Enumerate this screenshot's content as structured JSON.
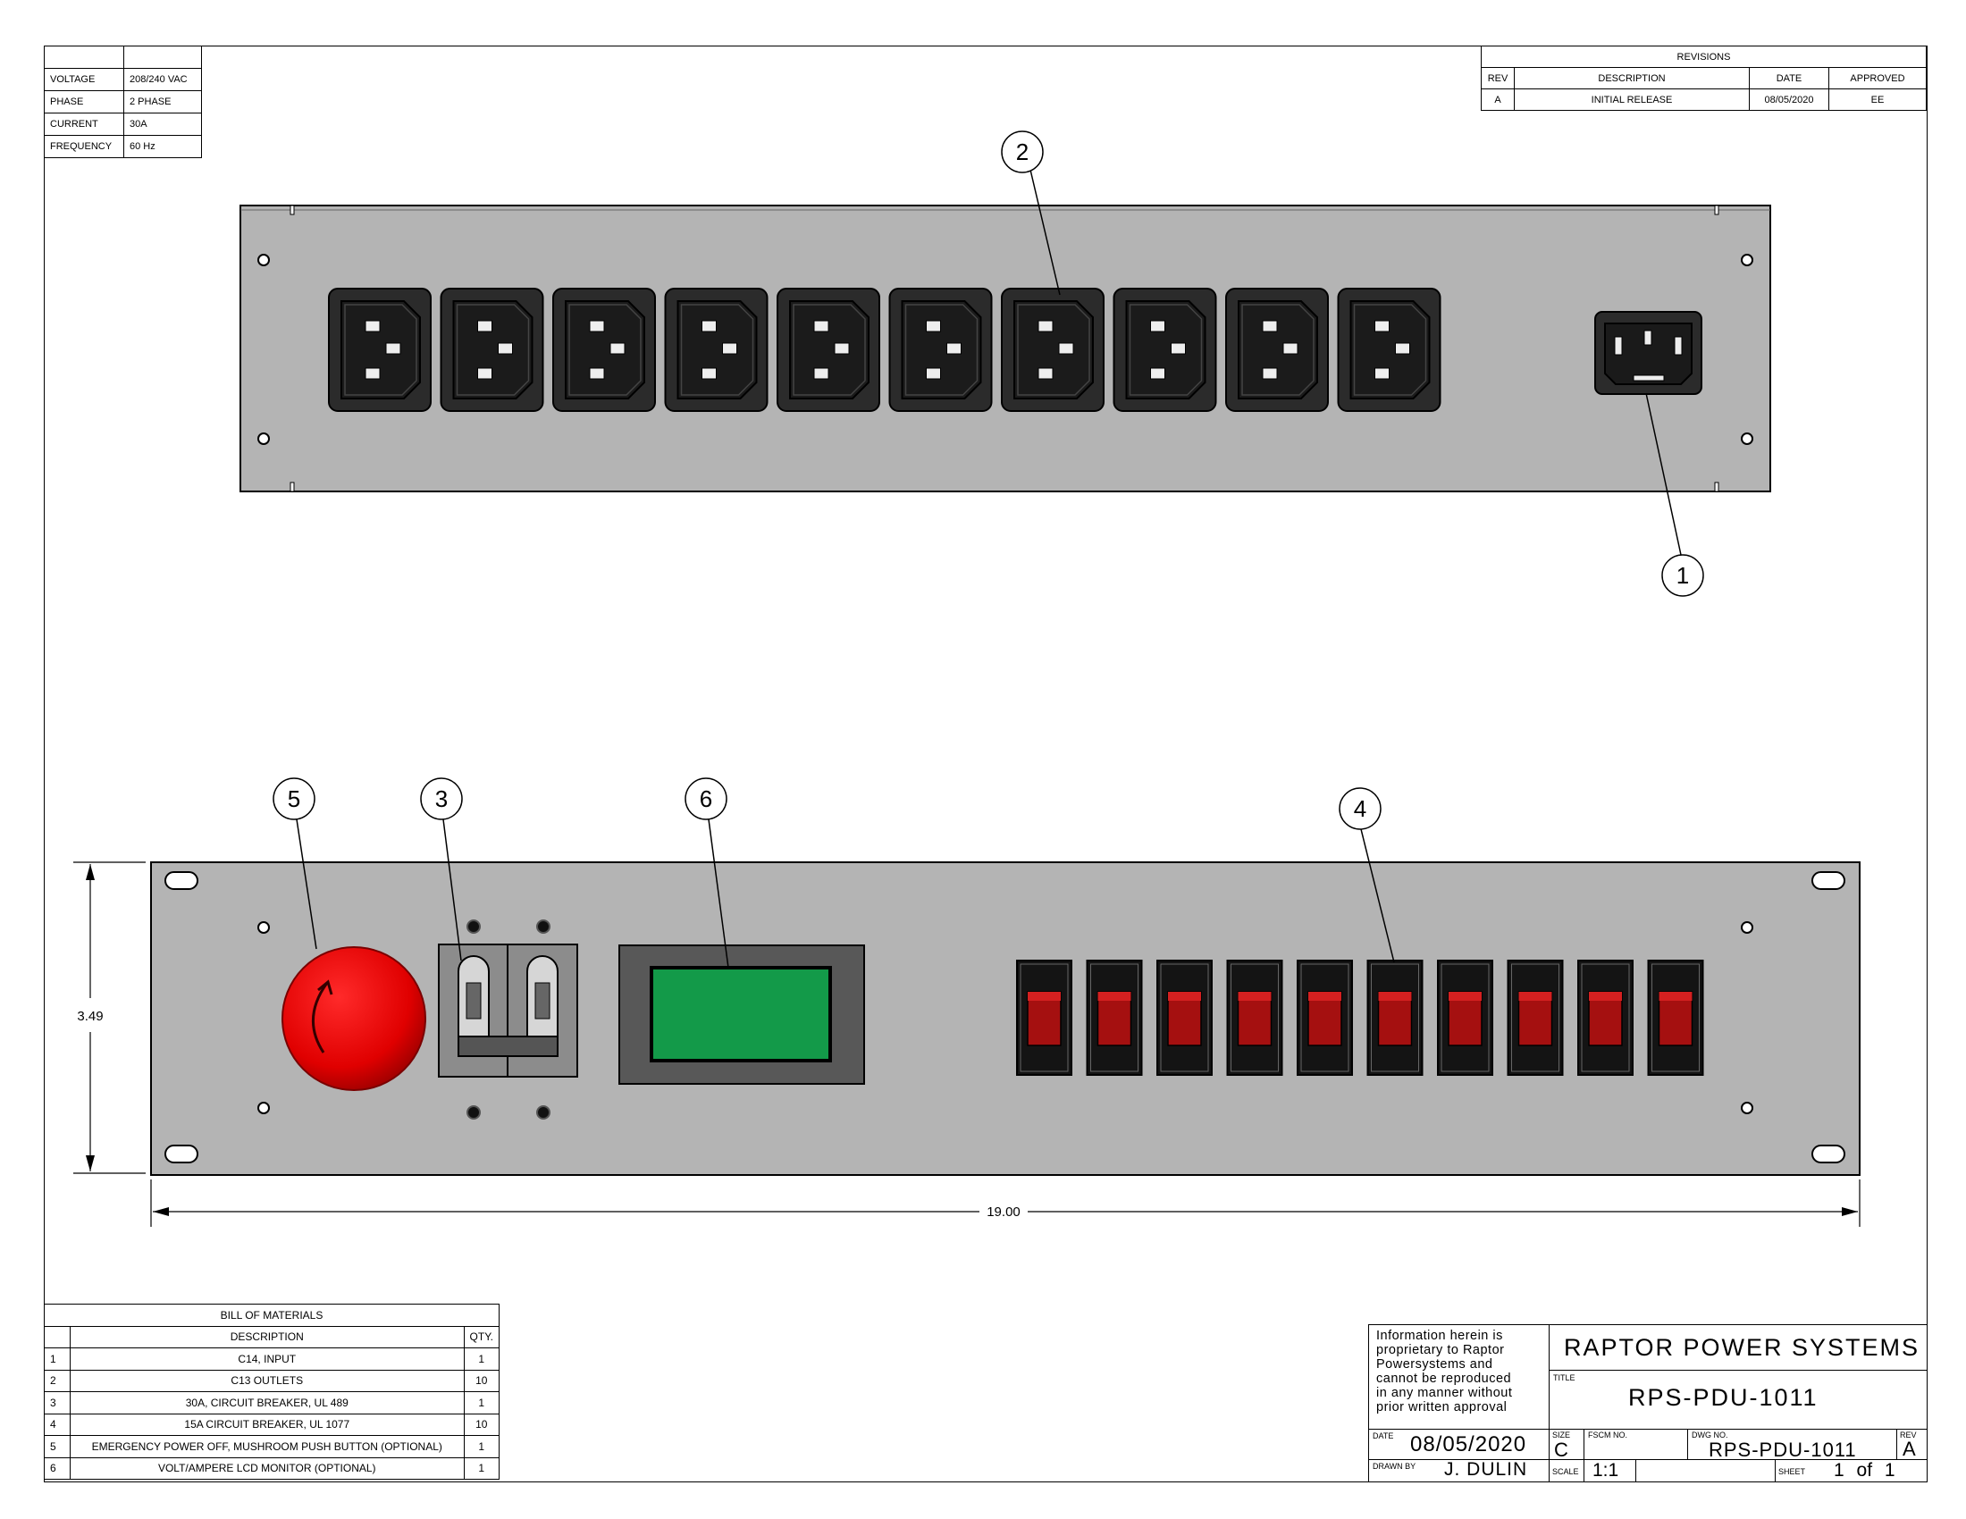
{
  "specs": [
    {
      "label": "VOLTAGE",
      "value": "208/240 VAC"
    },
    {
      "label": "PHASE",
      "value": "2 PHASE"
    },
    {
      "label": "CURRENT",
      "value": "30A"
    },
    {
      "label": "FREQUENCY",
      "value": "60 Hz"
    }
  ],
  "revisions": {
    "title": "REVISIONS",
    "headers": {
      "rev": "REV",
      "description": "DESCRIPTION",
      "date": "DATE",
      "approved": "APPROVED"
    },
    "rows": [
      {
        "rev": "A",
        "description": "INITIAL RELEASE",
        "date": "08/05/2020",
        "approved": "EE"
      }
    ]
  },
  "callouts": {
    "c1": "1",
    "c2": "2",
    "c3": "3",
    "c4": "4",
    "c5": "5",
    "c6": "6"
  },
  "dimensions": {
    "height": "3.49",
    "width": "19.00"
  },
  "bom": {
    "title": "BILL OF MATERIALS",
    "headers": {
      "description": "DESCRIPTION",
      "qty": "QTY."
    },
    "rows": [
      {
        "num": "1",
        "description": "C14, INPUT",
        "qty": "1"
      },
      {
        "num": "2",
        "description": "C13 OUTLETS",
        "qty": "10"
      },
      {
        "num": "3",
        "description": "30A, CIRCUIT BREAKER, UL 489",
        "qty": "1"
      },
      {
        "num": "4",
        "description": "15A CIRCUIT BREAKER, UL 1077",
        "qty": "10"
      },
      {
        "num": "5",
        "description": "EMERGENCY POWER OFF, MUSHROOM PUSH BUTTON (OPTIONAL)",
        "qty": "1"
      },
      {
        "num": "6",
        "description": "VOLT/AMPERE LCD MONITOR (OPTIONAL)",
        "qty": "1"
      }
    ]
  },
  "title_block": {
    "notice_lines": [
      "Information herein is",
      "proprietary to Raptor",
      "Powersystems and",
      "cannot be reproduced",
      "in any manner without",
      "prior written approval"
    ],
    "company": "RAPTOR POWER SYSTEMS",
    "title_label": "TITLE",
    "title": "RPS-PDU-1011",
    "date_label": "DATE",
    "date": "08/05/2020",
    "size_label": "SIZE",
    "size": "C",
    "fscm_label": "FSCM NO.",
    "dwg_label": "DWG NO.",
    "dwg": "RPS-PDU-1011",
    "rev_label": "REV",
    "rev": "A",
    "drawn_label": "DRAWN BY",
    "drawn": "J. DULIN",
    "scale_label": "SCALE",
    "scale": "1:1",
    "sheet_label": "SHEET",
    "sheet": "1 of 1"
  },
  "colors": {
    "panel": "#b4b4b4",
    "outlet": "#2b2b2b",
    "estop": "#e00000",
    "lcd": "#139a49",
    "switch": "#a51010"
  }
}
